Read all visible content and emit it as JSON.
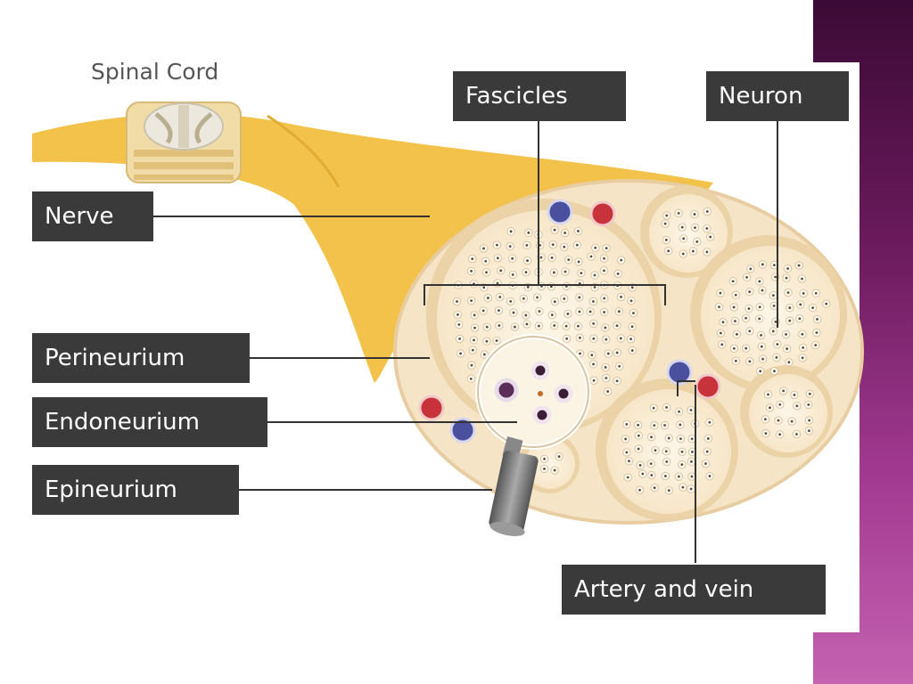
{
  "labels": {
    "spinal_cord": "Spinal Cord",
    "fascicles": "Fascicles",
    "neuron": "Neuron",
    "nerve": "Nerve",
    "perineurium": "Perineurium",
    "endoneurium": "Endoneurium",
    "epineurium": "Epineurium",
    "artery_and_vein": "Artery and vein"
  },
  "colors": {
    "nerve_yellow": "#f3c24a",
    "epineurium_fill": "#f6e4c6",
    "fascicle_fill": "#fbf0dc",
    "perineurium_ring": "#ead3ad",
    "label_box": "#3a3a3a",
    "artery_red": "#c8323a",
    "vein_blue": "#4a4f9e",
    "accent_purple": "#8a2a7a"
  },
  "icons": [
    "magnifying-glass-icon",
    "spinal-cord-icon"
  ]
}
